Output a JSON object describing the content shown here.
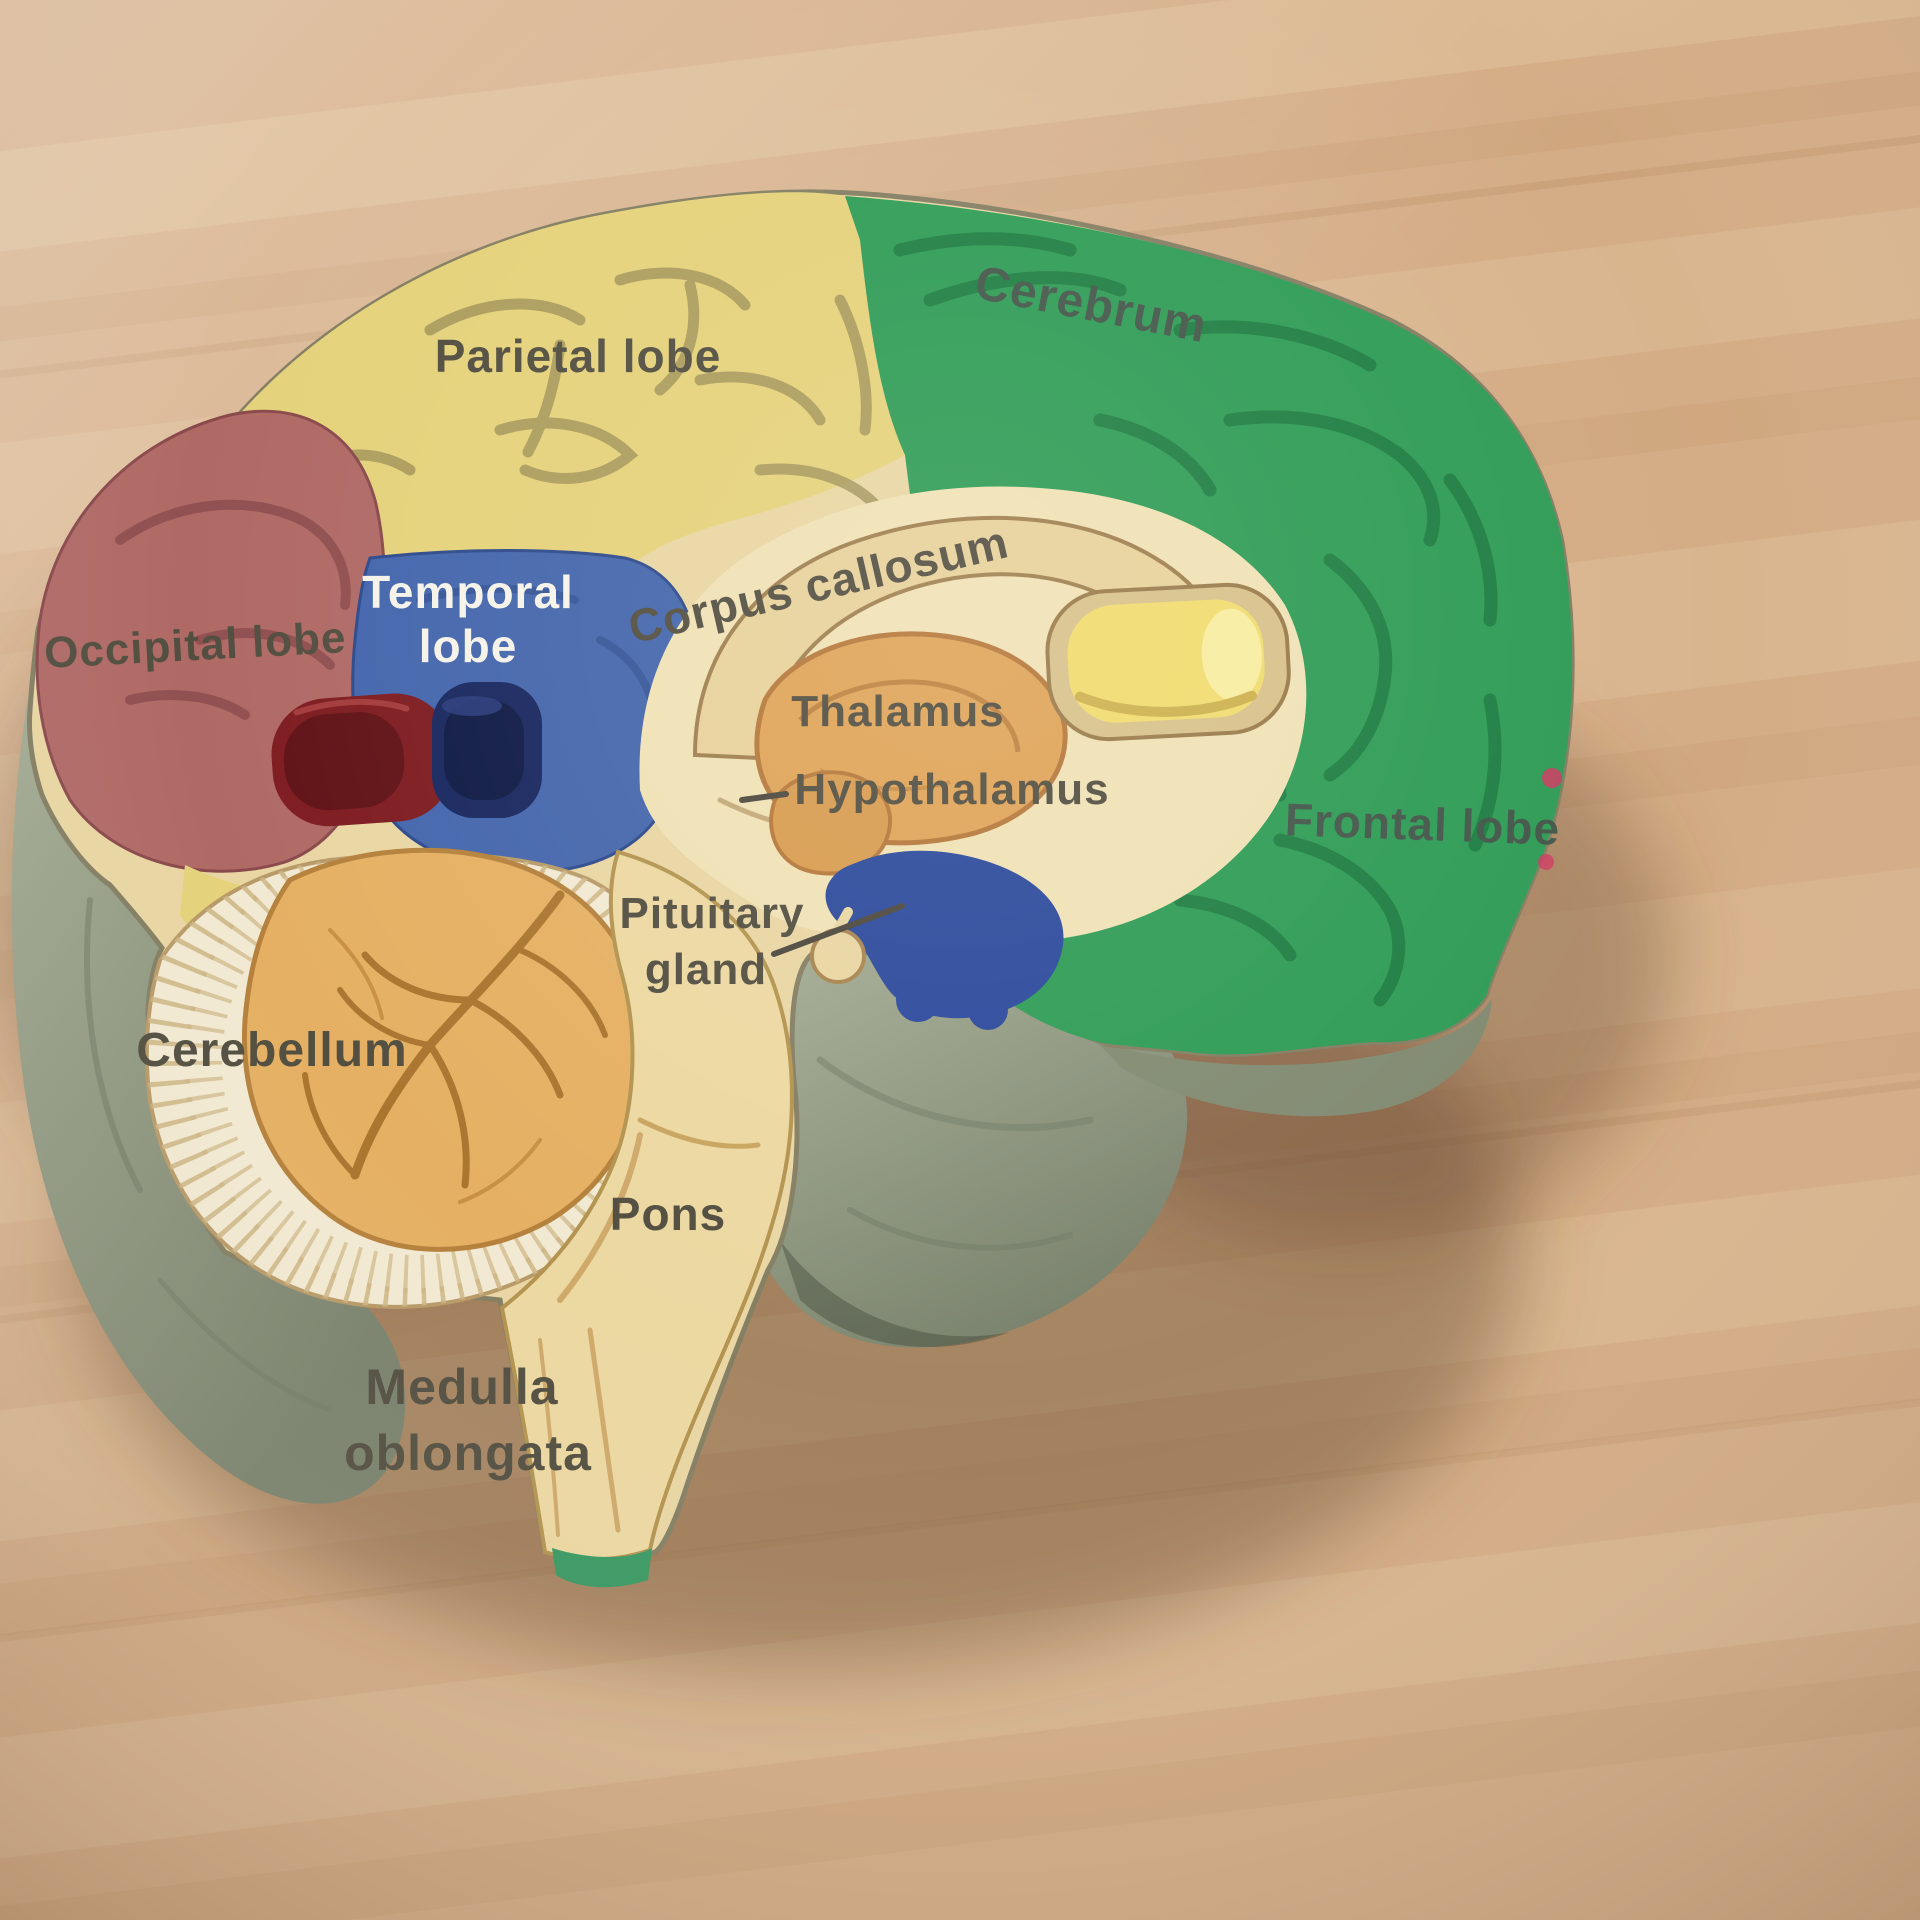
{
  "labels": {
    "parietal": "Parietal lobe",
    "cerebrum": "Cerebrum",
    "occipital": "Occipital lobe",
    "temporal_1": "Temporal",
    "temporal_2": "lobe",
    "corpus_callosum": "Corpus callosum",
    "thalamus": "Thalamus",
    "hypothalamus": "Hypothalamus",
    "frontal": "Frontal lobe",
    "pituitary_1": "Pituitary",
    "pituitary_2": "gland",
    "cerebellum": "Cerebellum",
    "pons": "Pons",
    "medulla_1": "Medulla",
    "medulla_2": "oblongata"
  },
  "colors": {
    "wood": "#d4ac85",
    "wood_light_streak": "#e9cfa9",
    "wood_dark_streak": "#c2966c",
    "foam_gray": "#99a189",
    "foam_gray_dark": "#7d8670",
    "cream_base": "#e9d6a3",
    "inner_cream": "#f0e1b5",
    "parietal_yellow": "#e5d27b",
    "cerebrum_green": "#2f9c56",
    "sulci_green": "#1d7a40",
    "sulci_yellow": "#9b8d55",
    "occipital_red": "#b06a66",
    "sulci_red": "#8a4a4c",
    "temporal_blue": "#4466ac",
    "corpus_band": "#e8d29b",
    "thalamus_orange": "#dfa458",
    "hypothalamus_orange": "#d89c50",
    "pituitary_blue": "#2c4a9c",
    "cerebellum_orange": "#e5b063",
    "cerebellum_ring": "#f2e9d2",
    "brainstem_cream": "#ecd8a1",
    "stem_edge_green": "#379962",
    "hole_red": "#7e1c20",
    "hole_blue": "#18275f",
    "plug_yellow": "#f1dc6f",
    "label_dark": "#524e40",
    "label_on_green": "#44574a",
    "label_white": "#f6f3e9"
  }
}
